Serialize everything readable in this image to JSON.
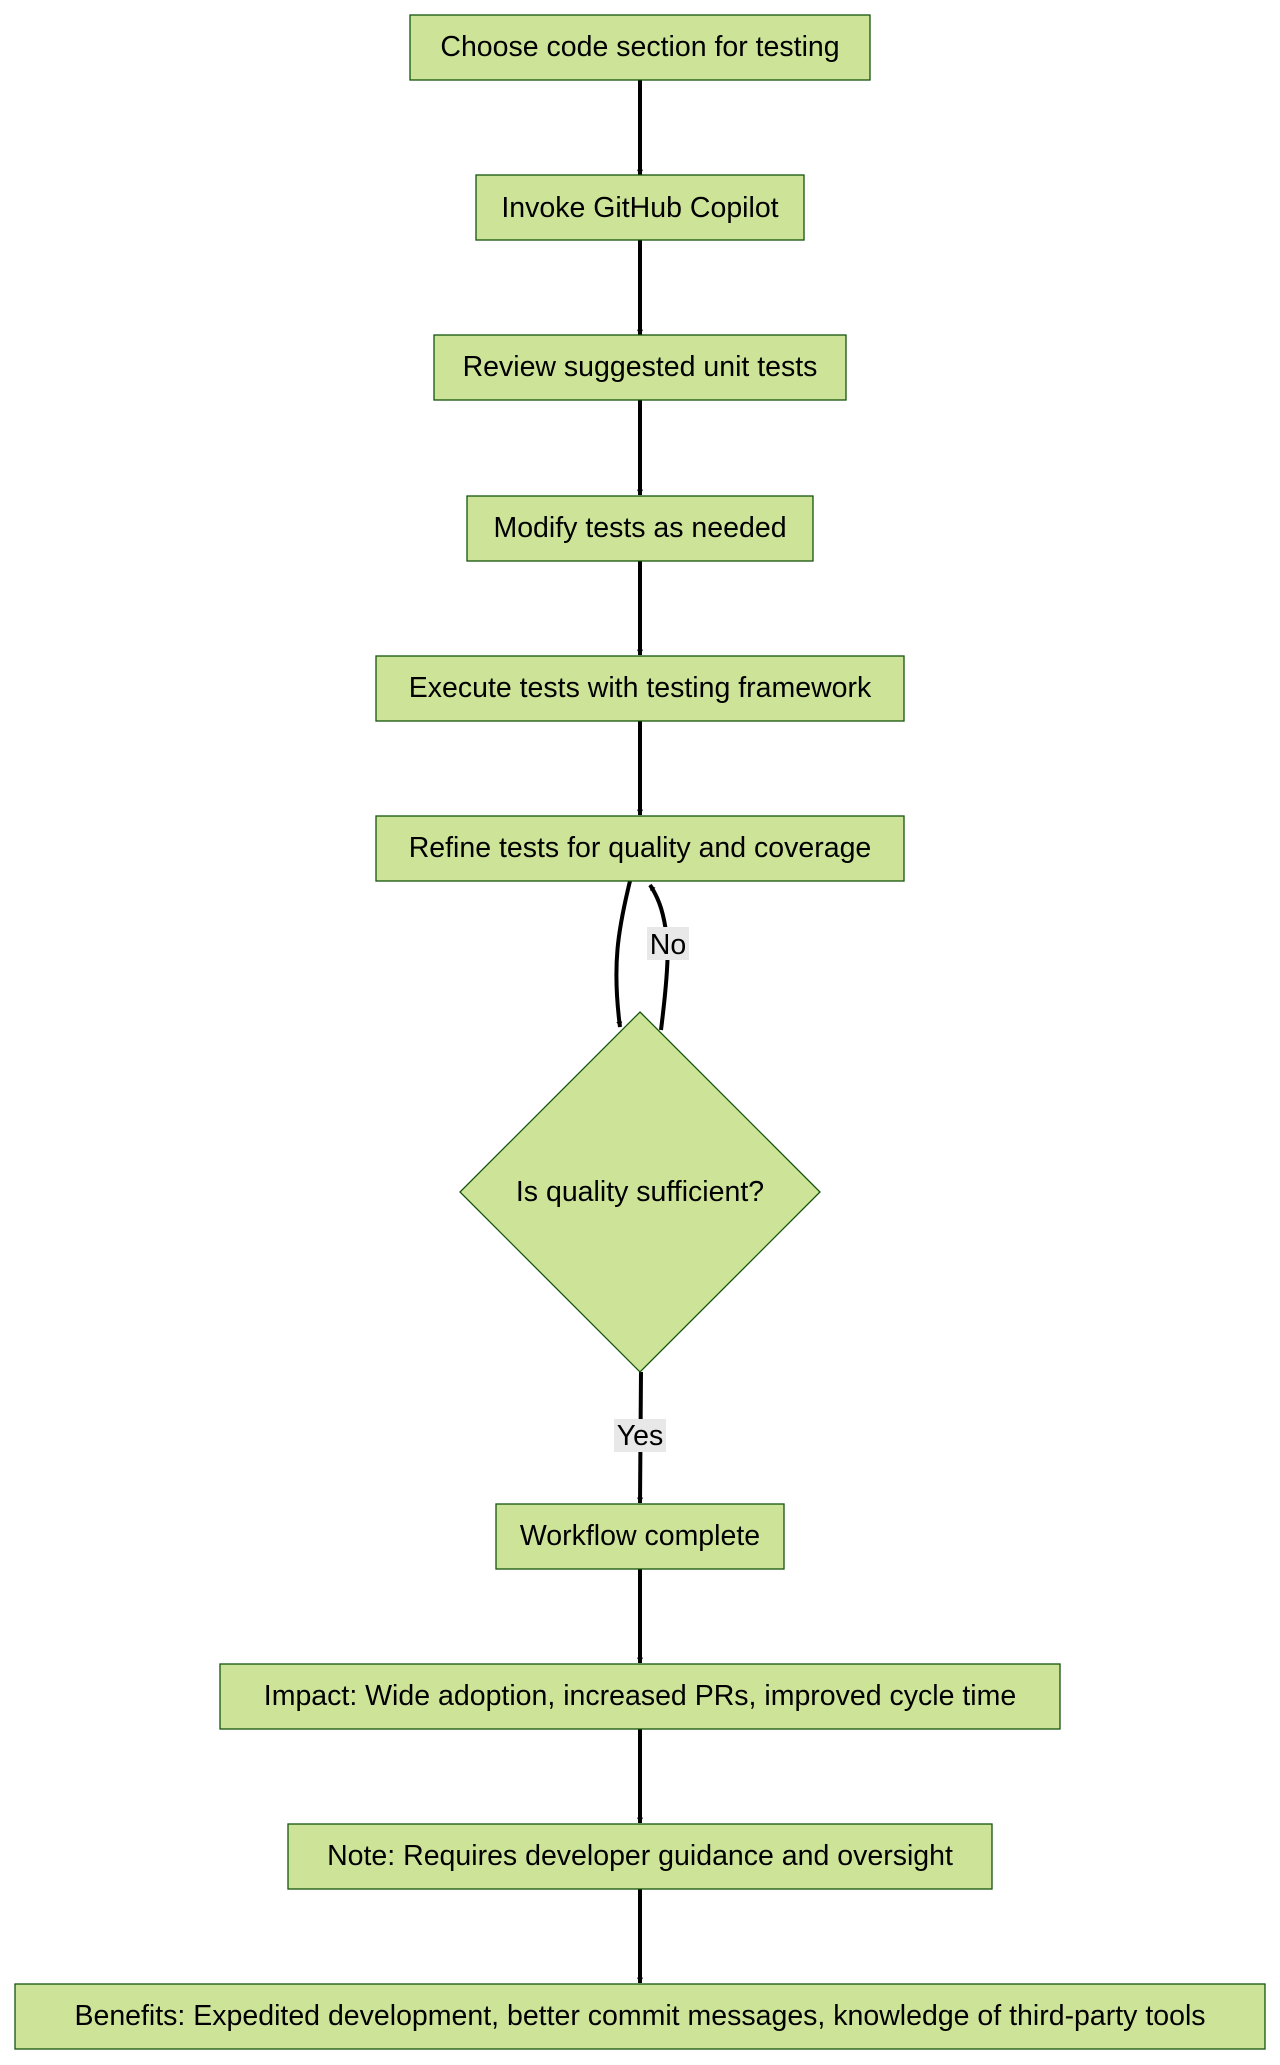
{
  "diagram": {
    "type": "flowchart",
    "colors": {
      "node_fill": "#cde498",
      "node_stroke": "#13540c",
      "edge": "#000000",
      "edge_label_bg": "#e8e8e8"
    },
    "nodes": {
      "choose": "Choose code section for testing",
      "invoke": "Invoke GitHub Copilot",
      "review": "Review suggested unit tests",
      "modify": "Modify tests as needed",
      "execute": "Execute tests with testing framework",
      "refine": "Refine tests for quality and coverage",
      "decision": "Is quality sufficient?",
      "complete": "Workflow complete",
      "impact": "Impact: Wide adoption, increased PRs, improved cycle time",
      "note": "Note: Requires developer guidance and oversight",
      "benefits": "Benefits: Expedited development, better commit messages, knowledge of third-party tools"
    },
    "edges": [
      {
        "from": "choose",
        "to": "invoke",
        "label": ""
      },
      {
        "from": "invoke",
        "to": "review",
        "label": ""
      },
      {
        "from": "review",
        "to": "modify",
        "label": ""
      },
      {
        "from": "modify",
        "to": "execute",
        "label": ""
      },
      {
        "from": "execute",
        "to": "refine",
        "label": ""
      },
      {
        "from": "refine",
        "to": "decision",
        "label": ""
      },
      {
        "from": "decision",
        "to": "refine",
        "label": "No"
      },
      {
        "from": "decision",
        "to": "complete",
        "label": "Yes"
      },
      {
        "from": "complete",
        "to": "impact",
        "label": ""
      },
      {
        "from": "impact",
        "to": "note",
        "label": ""
      },
      {
        "from": "note",
        "to": "benefits",
        "label": ""
      }
    ],
    "edge_labels": {
      "no": "No",
      "yes": "Yes"
    }
  }
}
